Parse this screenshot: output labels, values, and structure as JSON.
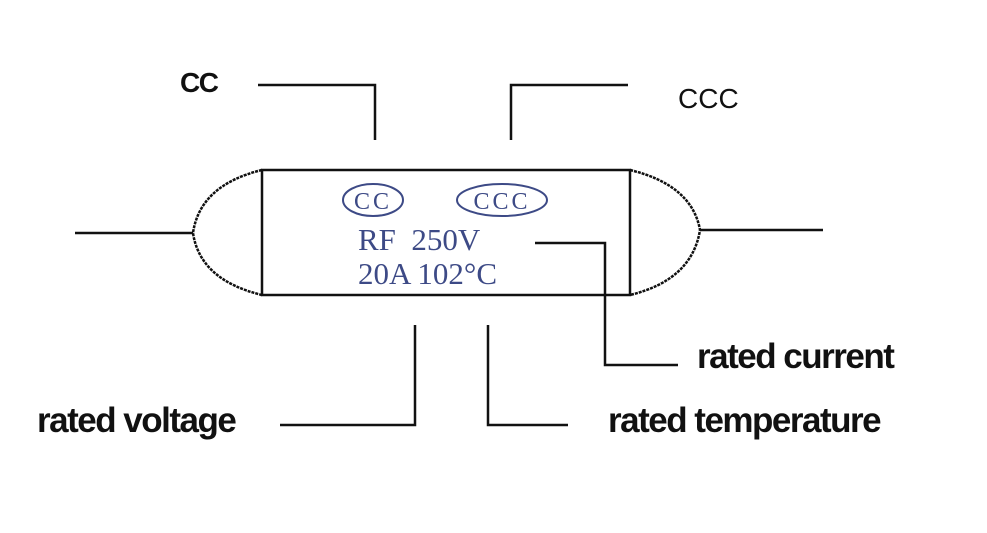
{
  "labels": {
    "cc": "CC",
    "ccc": "CCC",
    "rated_current": "rated current",
    "rated_voltage": "rated voltage",
    "rated_temperature": "rated temperature"
  },
  "fuse_marking": {
    "cc_logo": "CC",
    "ccc_logo": "CCC",
    "line1": "RF  250V",
    "line2": "20A 102°C"
  },
  "colors": {
    "marking": "#3d4a86",
    "line": "#111111"
  }
}
